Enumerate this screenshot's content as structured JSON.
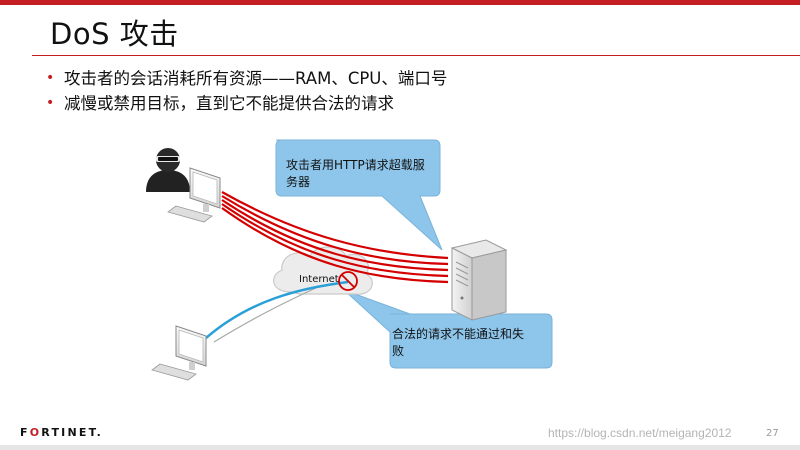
{
  "slide": {
    "title": "DoS 攻击",
    "bullets": [
      {
        "text": "攻击者的会话消耗所有资源——RAM、CPU、端口号"
      },
      {
        "text": "减慢或禁用目标，直到它不能提供合法的请求"
      }
    ]
  },
  "diagram": {
    "callout_attacker": "攻击者用HTTP请求超载服务器",
    "callout_legit": "合法的请求不能通过和失败",
    "cloud_label": "Internet"
  },
  "footer": {
    "logo_left": "F",
    "logo_mark": "O",
    "logo_right": "RTINET.",
    "watermark": "https://blog.csdn.net/meigang2012",
    "page_number": "27"
  },
  "colors": {
    "accent": "#c41e24",
    "attack_lines": "#d40000",
    "legit_line": "#2ba0d8",
    "callout_fill": "#8ec5ea"
  }
}
